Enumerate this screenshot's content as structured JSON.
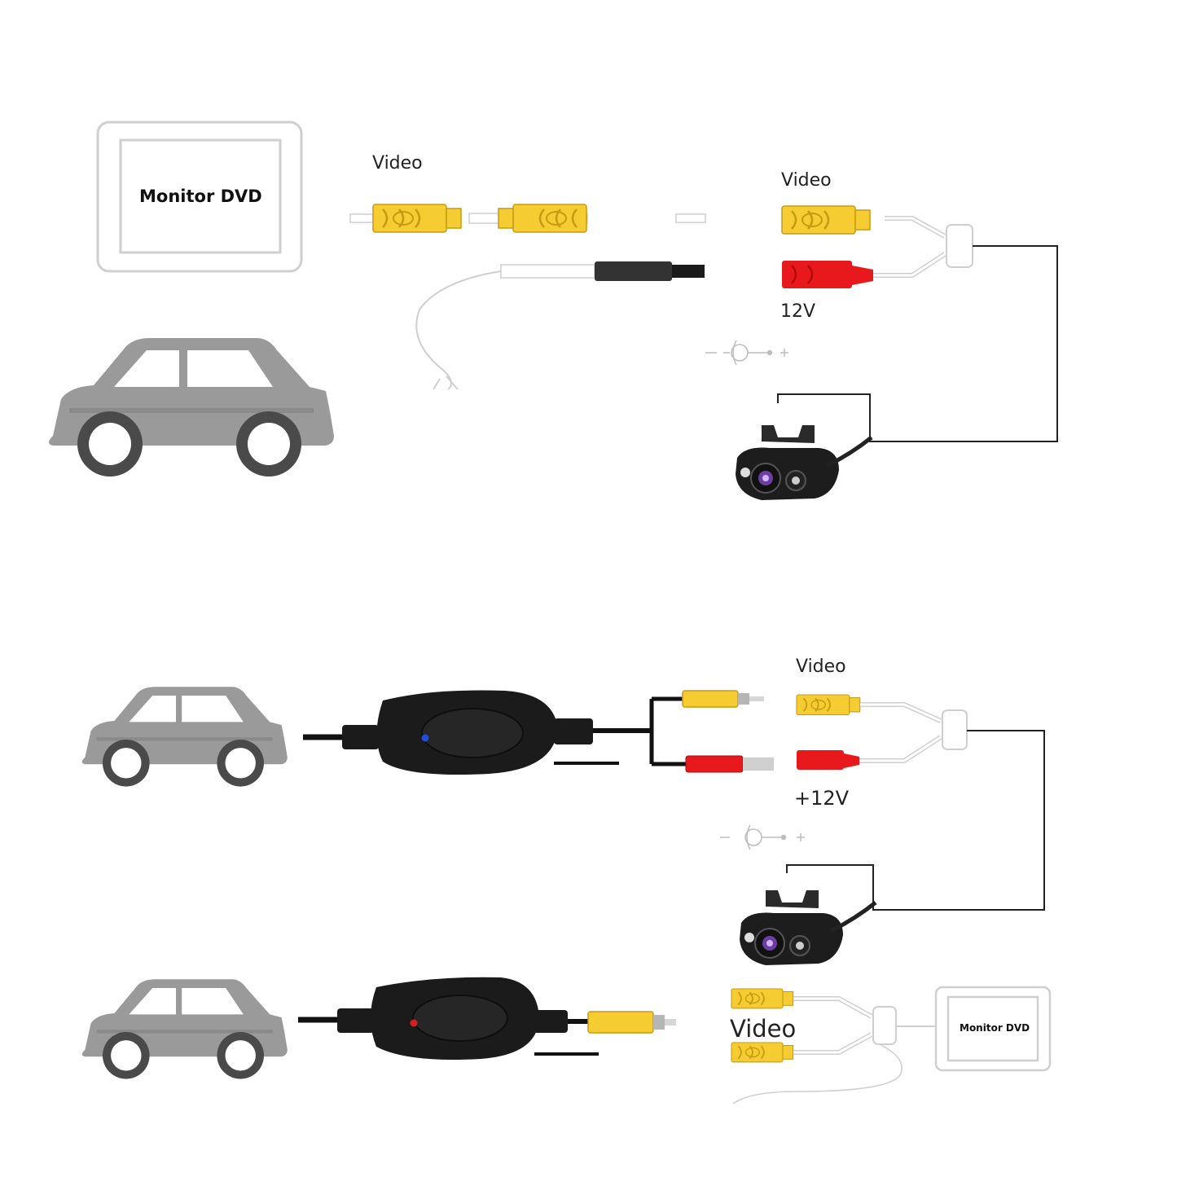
{
  "wired": {
    "monitor_label": "Monitor DVD",
    "video_left_label": "Video",
    "video_right_label": "Video",
    "power_label": "12V"
  },
  "wireless": {
    "video_label": "Video",
    "power_label": "+12V",
    "receiver_video_label": "Video",
    "monitor_label": "Monitor DVD",
    "transmitter_led_color": "#1f4fd8",
    "receiver_led_color": "#d81f1f"
  },
  "colors": {
    "rca_yellow": "#f5cd33",
    "rca_yellow_dark": "#d9a60f",
    "power_red": "#e8191c",
    "car_gray": "#9a9a9a",
    "car_dark": "#4a4a4a",
    "outline_gray": "#c8c8c8",
    "box_black": "#1b1b1b"
  }
}
